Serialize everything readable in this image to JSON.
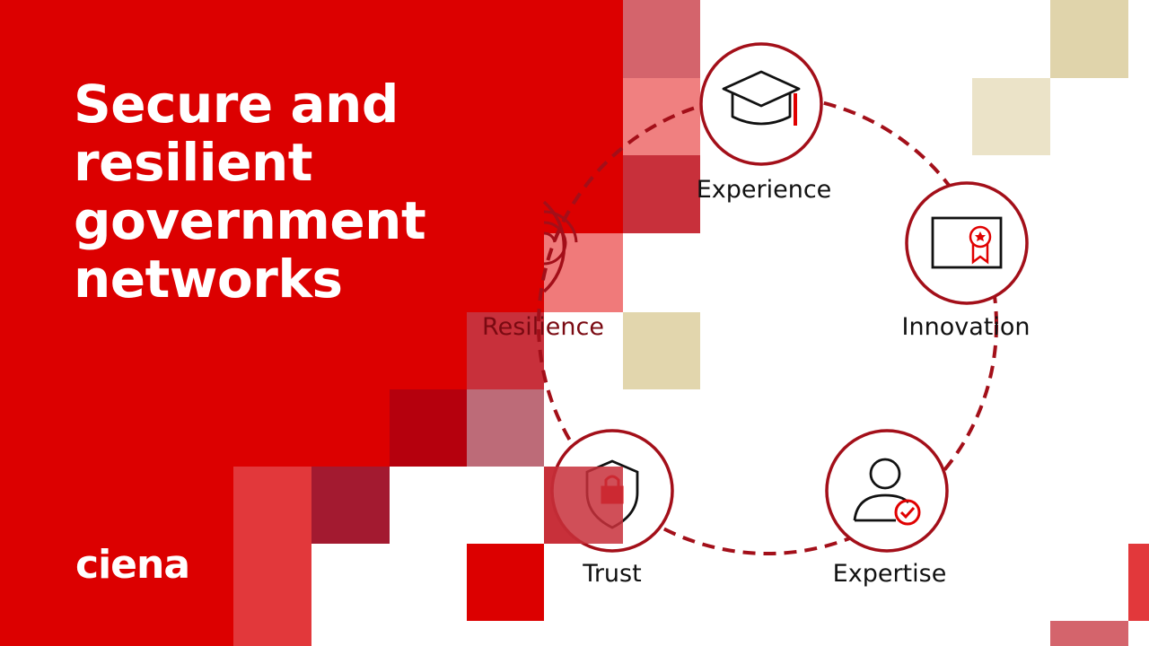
{
  "headline": {
    "lines": [
      "Secure and",
      "resilient",
      "government",
      "networks"
    ]
  },
  "brand": {
    "name": "ciena"
  },
  "cycle": {
    "items": [
      {
        "label": "Experience",
        "icon": "graduation-cap-icon"
      },
      {
        "label": "Innovation",
        "icon": "certificate-icon"
      },
      {
        "label": "Expertise",
        "icon": "verified-user-icon"
      },
      {
        "label": "Trust",
        "icon": "shield-lock-icon"
      },
      {
        "label": "Resilience",
        "icon": "signal-waves-icon"
      }
    ]
  },
  "colors": {
    "brand_red": "#dc0000",
    "ring_dark_red": "#a30f19",
    "label_text": "#111111",
    "tan": "#e6d9b0"
  }
}
